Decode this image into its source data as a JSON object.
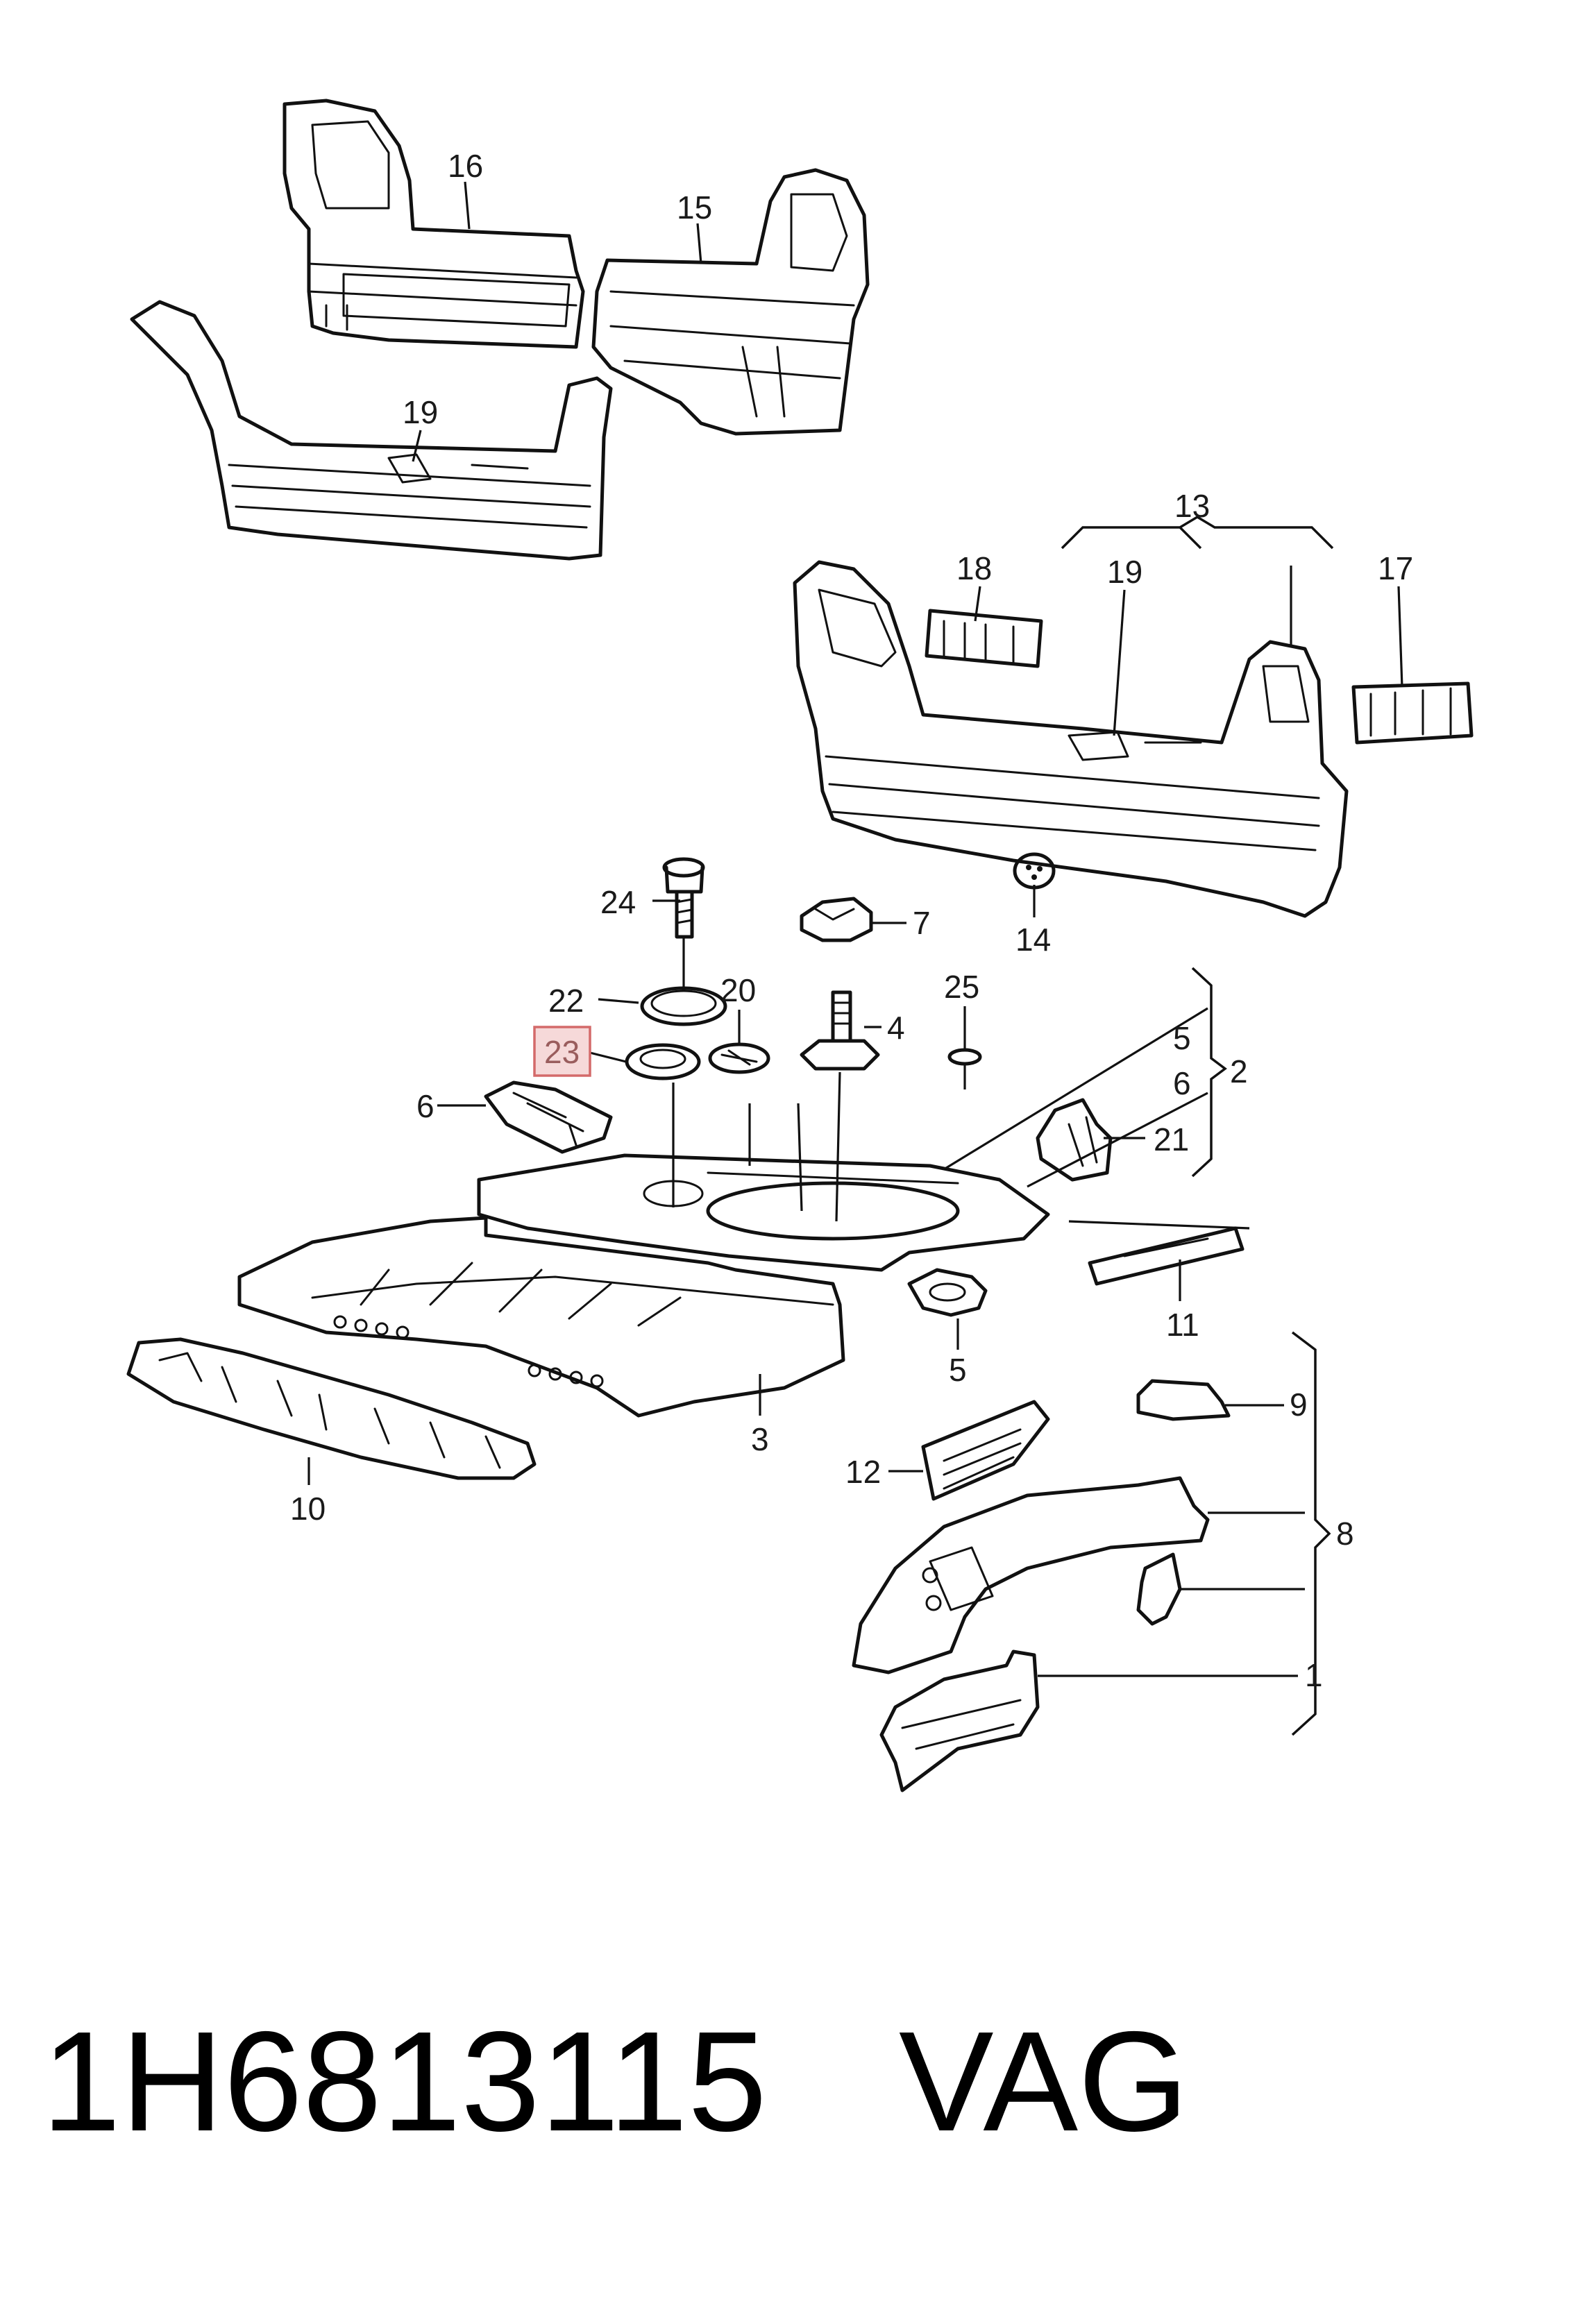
{
  "callouts": {
    "c1": "1",
    "c2": "2",
    "c3": "3",
    "c4": "4",
    "c5a": "5",
    "c5b": "5",
    "c6a": "6",
    "c6b": "6",
    "c7": "7",
    "c8": "8",
    "c9": "9",
    "c10": "10",
    "c11": "11",
    "c12": "12",
    "c13": "13",
    "c14": "14",
    "c15": "15",
    "c16": "16",
    "c17": "17",
    "c18": "18",
    "c19a": "19",
    "c19b": "19",
    "c20": "20",
    "c21": "21",
    "c22": "22",
    "c23": "23",
    "c24": "24",
    "c25": "25"
  },
  "highlighted_callout": "23",
  "highlight_color": "#d46a6a",
  "footer": {
    "part_number": "1H6813115",
    "brand": "VAG"
  }
}
